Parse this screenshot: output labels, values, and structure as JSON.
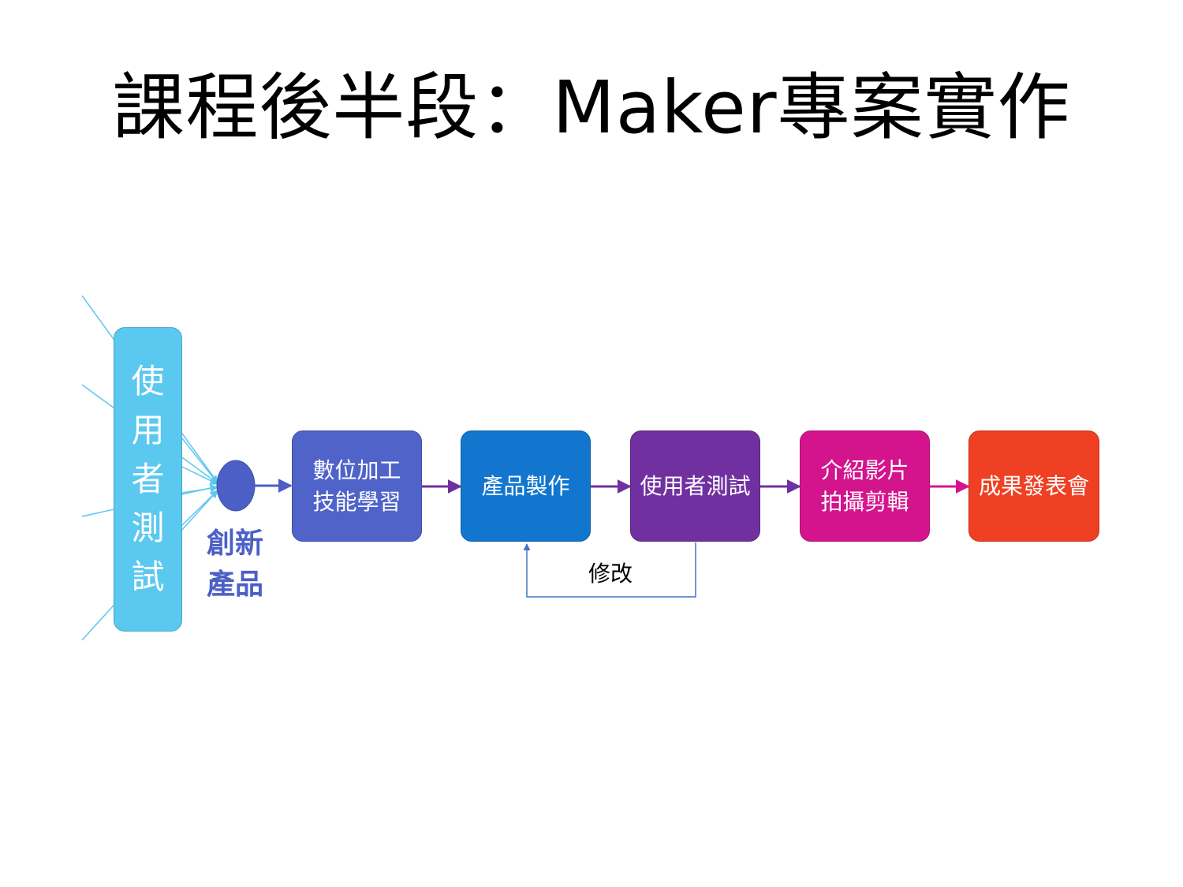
{
  "title": "課程後半段：Maker專案實作",
  "side_bar": {
    "label": "使用者測試",
    "color": "#5bc8ef"
  },
  "origin_node": {
    "label": "創新產品",
    "color": "#4b5fc6",
    "label_color": "#4b5fc6"
  },
  "steps": [
    {
      "id": "digital-fabrication",
      "label": "數位加工\n技能學習",
      "color": "#4f63c9"
    },
    {
      "id": "product-making",
      "label": "產品製作",
      "color": "#1276cf"
    },
    {
      "id": "user-testing",
      "label": "使用者測試",
      "color": "#7030a0"
    },
    {
      "id": "video-production",
      "label": "介紹影片\n拍攝剪輯",
      "color": "#d4148d"
    },
    {
      "id": "presentation",
      "label": "成果發表會",
      "color": "#ef4023"
    }
  ],
  "feedback_loop": {
    "label": "修改",
    "color": "#4472c4"
  }
}
